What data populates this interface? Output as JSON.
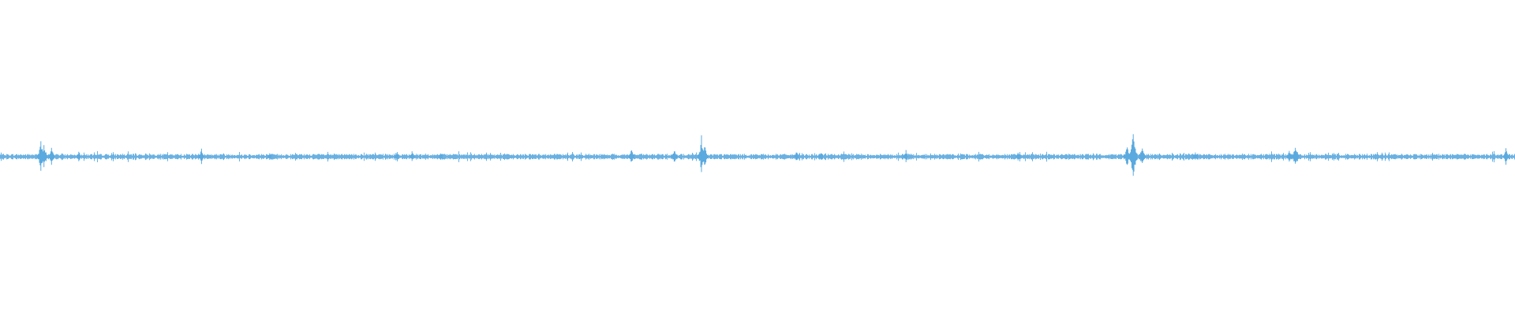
{
  "waveform": {
    "color": "#5aa9df",
    "background": "#ffffff",
    "peaks": [
      {
        "position": 0.027,
        "amplitude": 0.13
      },
      {
        "position": 0.029,
        "amplitude": 0.08
      },
      {
        "position": 0.034,
        "amplitude": 0.07
      },
      {
        "position": 0.052,
        "amplitude": 0.04
      },
      {
        "position": 0.133,
        "amplitude": 0.06
      },
      {
        "position": 0.178,
        "amplitude": 0.03
      },
      {
        "position": 0.262,
        "amplitude": 0.035
      },
      {
        "position": 0.272,
        "amplitude": 0.04
      },
      {
        "position": 0.291,
        "amplitude": 0.03
      },
      {
        "position": 0.417,
        "amplitude": 0.06
      },
      {
        "position": 0.445,
        "amplitude": 0.055
      },
      {
        "position": 0.463,
        "amplitude": 0.14
      },
      {
        "position": 0.465,
        "amplitude": 0.1
      },
      {
        "position": 0.526,
        "amplitude": 0.045
      },
      {
        "position": 0.542,
        "amplitude": 0.035
      },
      {
        "position": 0.598,
        "amplitude": 0.05
      },
      {
        "position": 0.672,
        "amplitude": 0.04
      },
      {
        "position": 0.744,
        "amplitude": 0.095
      },
      {
        "position": 0.748,
        "amplitude": 0.22
      },
      {
        "position": 0.754,
        "amplitude": 0.07
      },
      {
        "position": 0.789,
        "amplitude": 0.035
      },
      {
        "position": 0.851,
        "amplitude": 0.045
      },
      {
        "position": 0.855,
        "amplitude": 0.08
      },
      {
        "position": 0.994,
        "amplitude": 0.06
      }
    ]
  }
}
